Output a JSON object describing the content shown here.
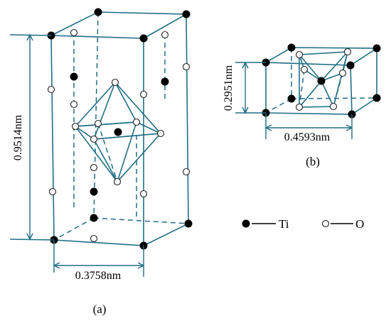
{
  "cell_a": {
    "dimension_height": "0.9514nm",
    "dimension_width": "0.3758nm",
    "caption": "(a)"
  },
  "cell_b": {
    "dimension_height": "0.2951nm",
    "dimension_width": "0.4593nm",
    "caption": "(b)"
  },
  "legend": {
    "ti_label": "Ti",
    "o_label": "O"
  },
  "colors": {
    "cell_lines": "#1f6f86",
    "ti_atom": "#000000",
    "o_atom": "#ffffff"
  }
}
